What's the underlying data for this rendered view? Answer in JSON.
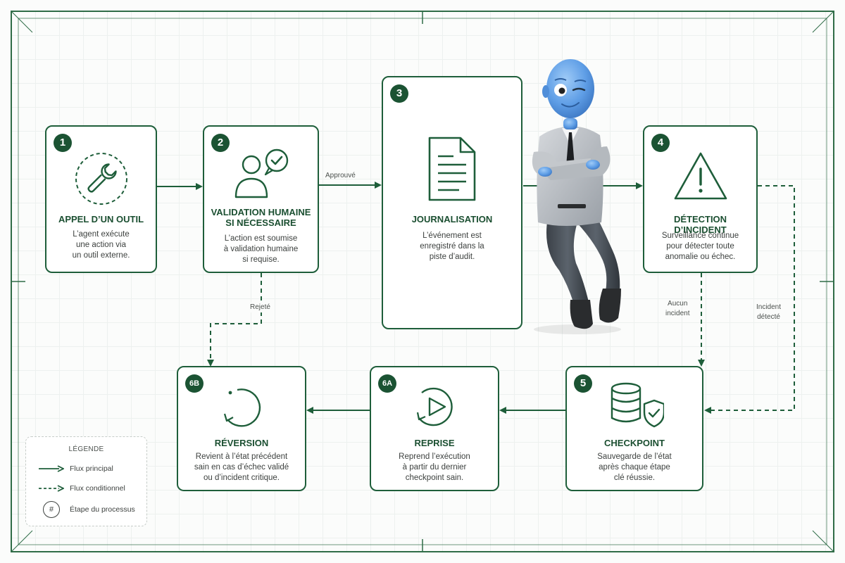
{
  "nodes": [
    {
      "id": "1",
      "title": "APPEL D’UN OUTIL",
      "desc": "L’agent exécute\nune action via\nun outil externe.",
      "icon": "wrench-icon"
    },
    {
      "id": "2",
      "title": "VALIDATION HUMAINE\nSI NÉCESSAIRE",
      "desc": "L’action est soumise\nà validation humaine\nsi requise.",
      "icon": "user-check-icon"
    },
    {
      "id": "3",
      "title": "JOURNALISATION",
      "desc": "L’événement est\nenregistré dans la\npiste d’audit.",
      "icon": "document-icon"
    },
    {
      "id": "4",
      "title": "DÉTECTION D’INCIDENT",
      "desc": "Surveillance continue\npour détecter toute\nanomalie ou échec.",
      "icon": "warning-icon"
    },
    {
      "id": "5",
      "title": "CHECKPOINT",
      "desc": "Sauvegarde de l’état\naprès chaque étape\nclé réussie.",
      "icon": "database-shield-icon"
    },
    {
      "id": "6A",
      "title": "REPRISE",
      "desc": "Reprend l’exécution\nà partir du dernier\ncheckpoint sain.",
      "icon": "play-circle-icon"
    },
    {
      "id": "6B",
      "title": "RÉVERSION",
      "desc": "Revient à l’état précédent\nsain en cas d’échec validé\nou d’incident critique.",
      "icon": "undo-icon"
    }
  ],
  "edges": [
    {
      "from": "1",
      "to": "2",
      "style": "solid",
      "label": ""
    },
    {
      "from": "2",
      "to": "3",
      "style": "solid",
      "label": "Approuvé"
    },
    {
      "from": "3",
      "to": "4",
      "style": "solid",
      "label": ""
    },
    {
      "from": "2",
      "to": "6B",
      "style": "dashed",
      "label": "Rejeté"
    },
    {
      "from": "4",
      "to": "5",
      "style": "dashed",
      "label": "Aucun\nincident"
    },
    {
      "from": "4",
      "to": "5",
      "style": "dashed",
      "label": "Incident\ndétecté"
    },
    {
      "from": "5",
      "to": "6A",
      "style": "solid",
      "label": ""
    },
    {
      "from": "6A",
      "to": "6B",
      "style": "solid",
      "label": ""
    }
  ],
  "legend": {
    "title": "LÉGENDE",
    "main_flow": "Flux principal",
    "conditional_flow": "Flux conditionnel",
    "step_symbol": "#",
    "step": "Étape du processus"
  },
  "colors": {
    "primary": "#1e5e3a",
    "badge": "#1b5333",
    "mascot_skin": "#5f9ee6"
  },
  "mascot": "blue-bald-businessman-arms-crossed"
}
